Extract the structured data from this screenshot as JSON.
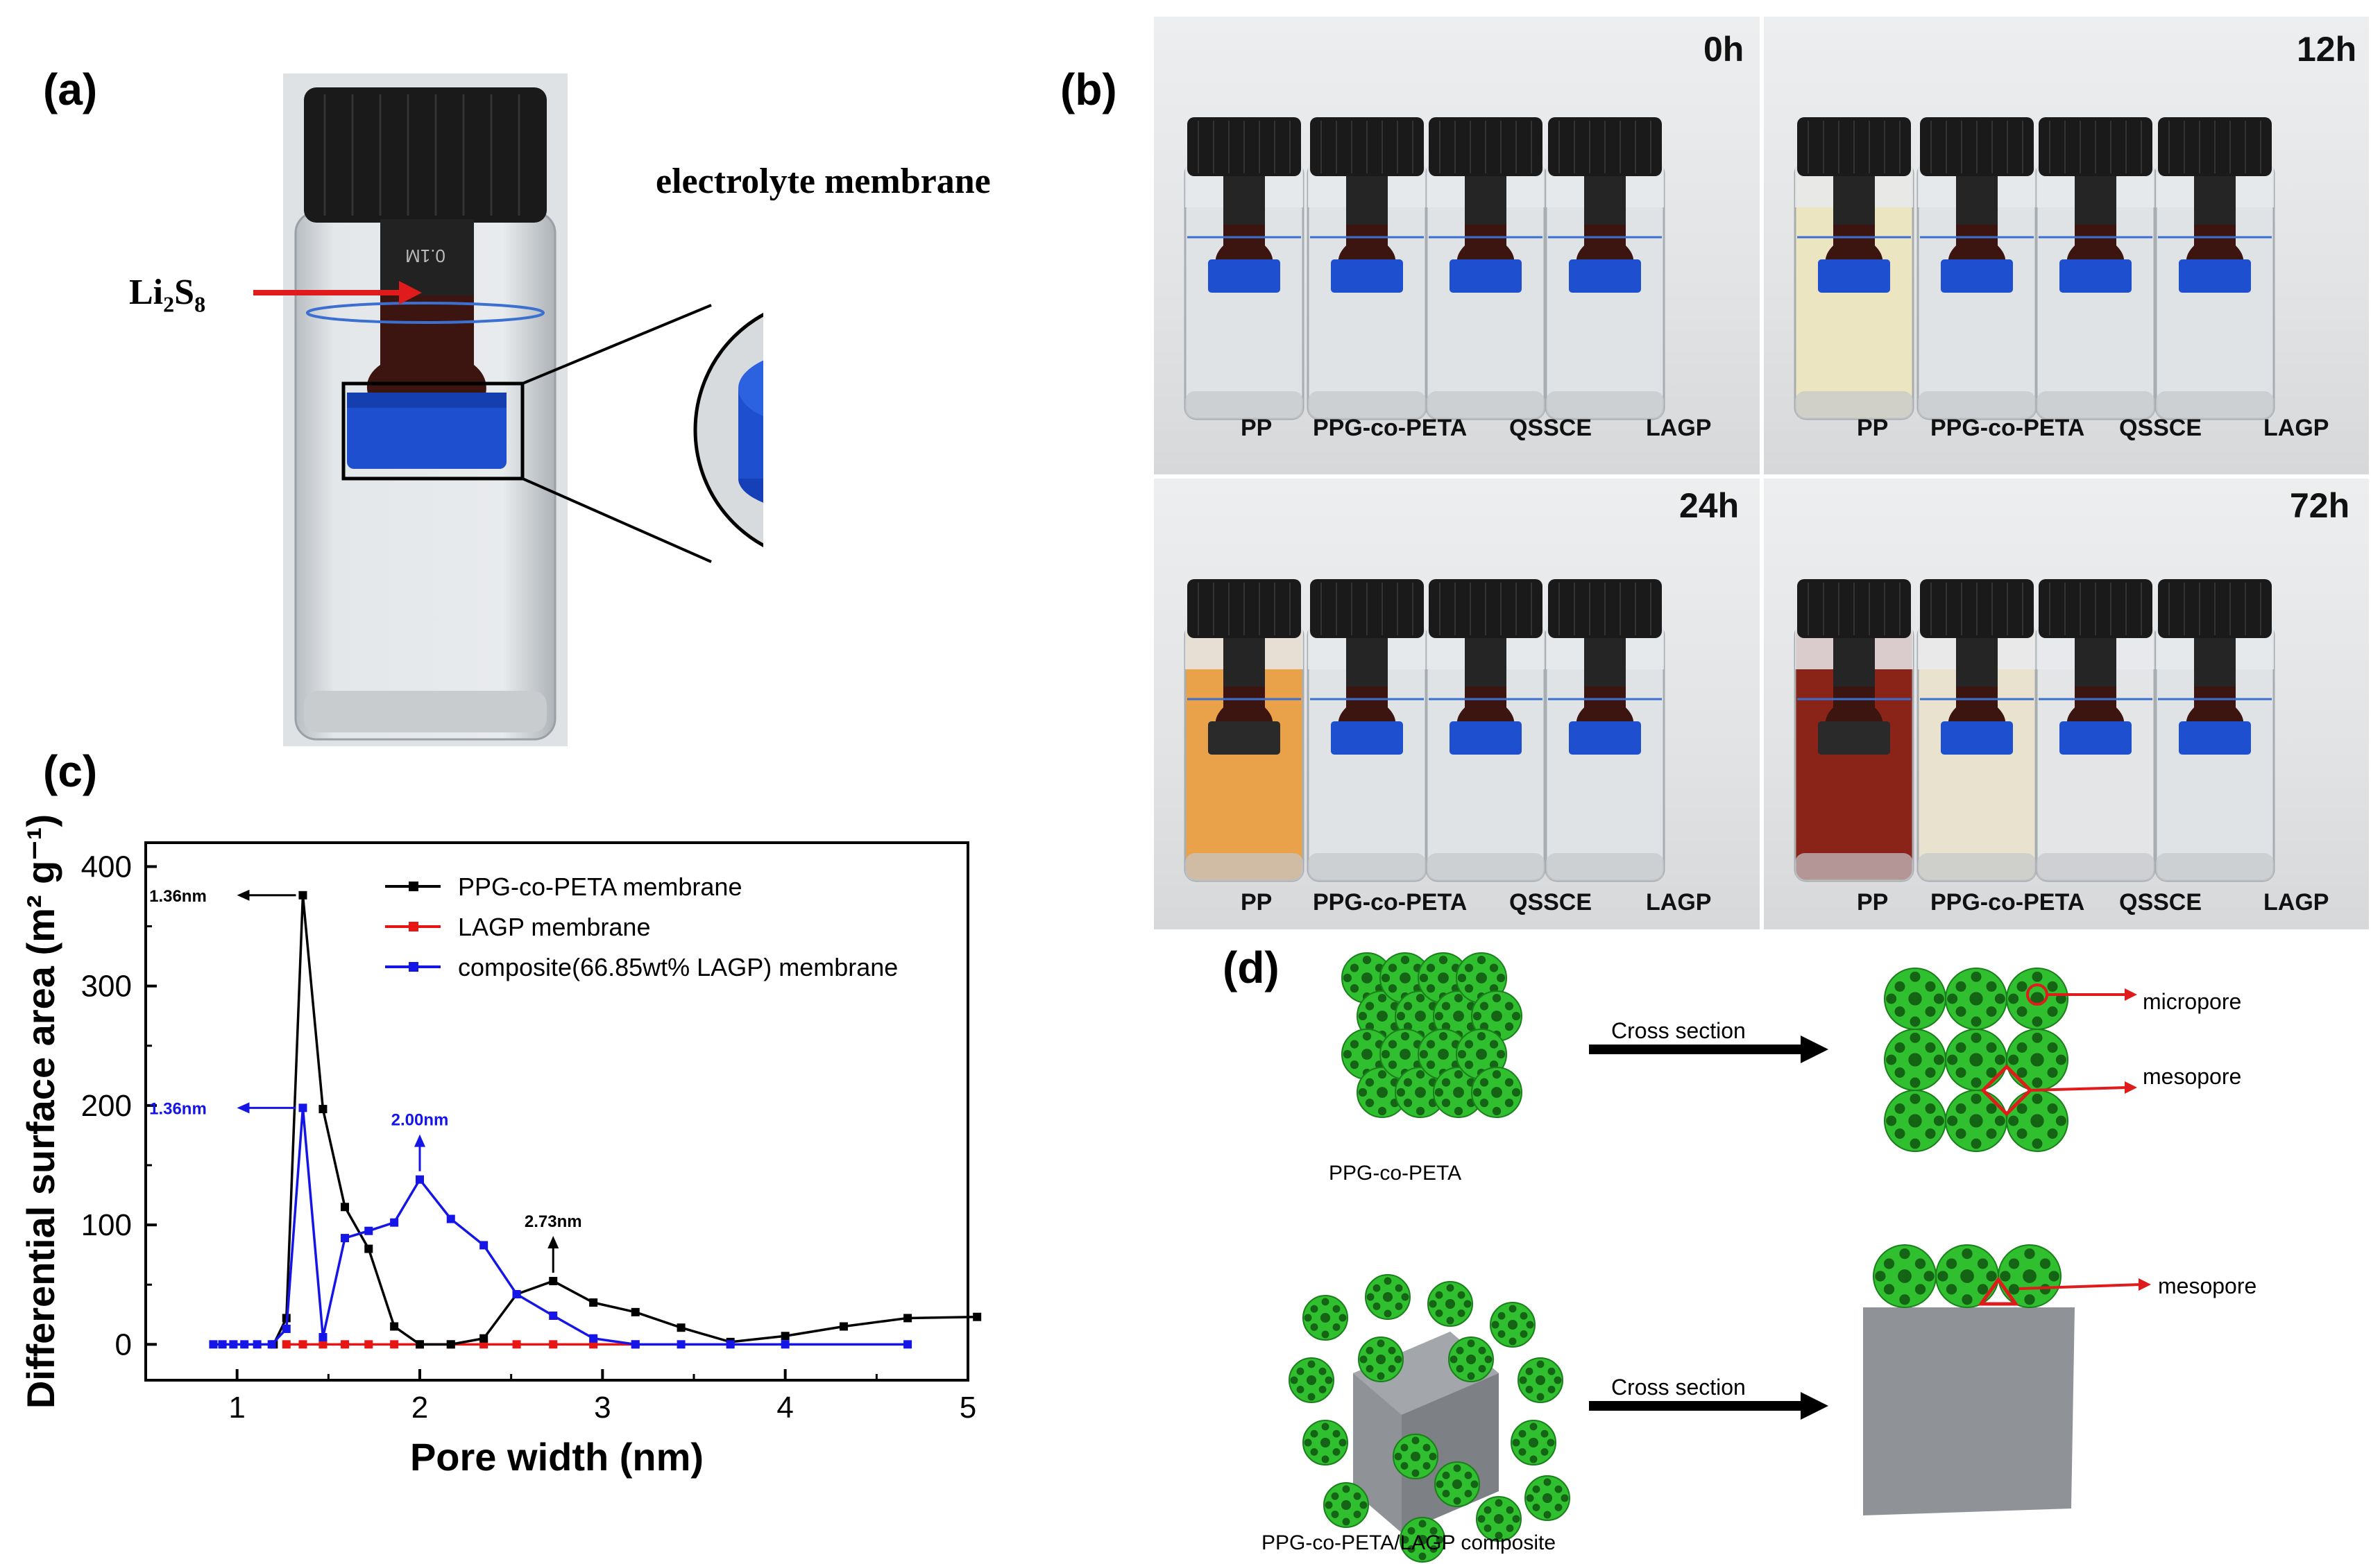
{
  "figure": {
    "panel_letters": {
      "a": "(a)",
      "b": "(b)",
      "c": "(c)",
      "d": "(d)"
    },
    "panel_a": {
      "li2s8_label": "Li",
      "li2s8_sub1": "2",
      "li2s8_s": "S",
      "li2s8_sub2": "8",
      "membrane_label": "electrolyte membrane",
      "vial_text": "0.1M"
    },
    "panel_b": {
      "times": [
        "0h",
        "12h",
        "24h",
        "72h"
      ],
      "vial_labels": [
        "PP",
        "PPG-co-PETA",
        "QSSCE",
        "LAGP"
      ],
      "solution_colors": {
        "0h": [
          "#dfe3e6",
          "#dfe3e6",
          "#dfe3e6",
          "#dfe3e6"
        ],
        "12h": [
          "#ece5c1",
          "#dfe3e6",
          "#dfe3e6",
          "#dfe3e6"
        ],
        "24h": [
          "#e9a24a",
          "#dfe3e6",
          "#dfe3e6",
          "#dfe3e6"
        ],
        "72h": [
          "#8a2418",
          "#e8e2cf",
          "#e3e5e6",
          "#dfe3e6"
        ]
      }
    },
    "panel_d": {
      "cross_section_label": "Cross section",
      "micropore_label": "micropore",
      "mesopore_label": "mesopore",
      "ppg_label": "PPG-co-PETA",
      "composite_label": "PPG-co-PETA/LAGP composite"
    },
    "colors": {
      "ball": "#2fbf2f",
      "ball_dark": "#1b7f1b",
      "cube": "#8f9397",
      "arrow": "#e01b1b",
      "cap": "#1a1a1a",
      "blue_ring": "#1d4fcf"
    }
  },
  "chart_data": {
    "type": "line",
    "xlabel": "Pore width (nm)",
    "ylabel": "Differential surface area (m² g⁻¹)",
    "xlim": [
      0.5,
      5
    ],
    "ylim": [
      -30,
      420
    ],
    "xticks": [
      1,
      2,
      3,
      4,
      5
    ],
    "yticks": [
      0,
      100,
      200,
      300,
      400
    ],
    "legend_position": "top-right",
    "series": [
      {
        "name": "PPG-co-PETA membrane",
        "color": "#000000",
        "x": [
          1.2,
          1.27,
          1.36,
          1.47,
          1.59,
          1.72,
          1.86,
          2.0,
          2.17,
          2.35,
          2.53,
          2.73,
          2.95,
          3.18,
          3.43,
          3.7,
          4.0,
          4.32,
          4.67,
          5.05
        ],
        "y": [
          0,
          22,
          376,
          197,
          115,
          80,
          15,
          0,
          0,
          5,
          42,
          53,
          35,
          27,
          14,
          2,
          7,
          15,
          22,
          23
        ]
      },
      {
        "name": "LAGP membrane",
        "color": "#e81515",
        "x": [
          1.27,
          1.36,
          1.47,
          1.59,
          1.72,
          1.86,
          2.0,
          2.17,
          2.35,
          2.53,
          2.73,
          2.95,
          3.18
        ],
        "y": [
          0,
          0,
          0,
          0,
          0,
          0,
          0,
          0,
          0,
          0,
          0,
          0,
          0
        ]
      },
      {
        "name": "composite(66.85wt% LAGP) membrane",
        "color": "#1515e8",
        "x": [
          0.87,
          0.92,
          0.98,
          1.04,
          1.11,
          1.19,
          1.27,
          1.36,
          1.47,
          1.59,
          1.72,
          1.86,
          2.0,
          2.17,
          2.35,
          2.53,
          2.73,
          2.95,
          3.18,
          3.43,
          3.7,
          4.0,
          4.67
        ],
        "y": [
          0,
          0,
          0,
          0,
          0,
          0,
          13,
          198,
          6,
          89,
          95,
          102,
          138,
          105,
          83,
          42,
          24,
          5,
          0,
          0,
          0,
          0,
          0
        ]
      }
    ],
    "annotations": [
      {
        "text": "1.36nm",
        "color": "#000000",
        "x": 1.36,
        "y": 376
      },
      {
        "text": "1.36nm",
        "color": "#1515e8",
        "x": 1.36,
        "y": 198
      },
      {
        "text": "2.00nm",
        "color": "#1515e8",
        "x": 2.0,
        "y": 138
      },
      {
        "text": "2.73nm",
        "color": "#000000",
        "x": 2.73,
        "y": 53
      }
    ]
  }
}
